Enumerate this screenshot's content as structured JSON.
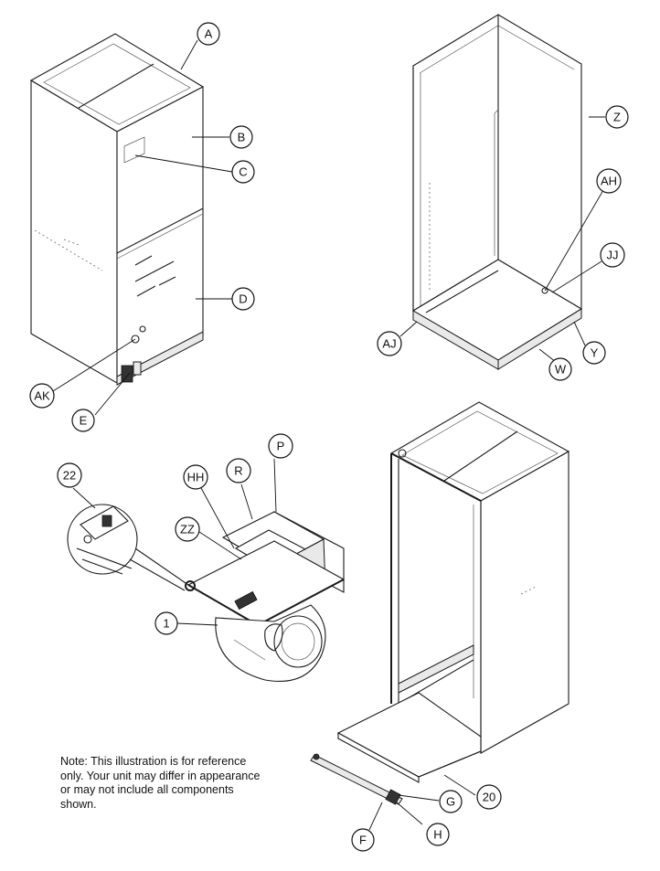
{
  "callouts": {
    "A": "A",
    "B": "B",
    "C": "C",
    "D": "D",
    "AK": "AK",
    "E": "E",
    "Z": "Z",
    "AH": "AH",
    "JJ": "JJ",
    "AJ": "AJ",
    "W": "W",
    "Y": "Y",
    "P": "P",
    "R": "R",
    "HH": "HH",
    "ZZ": "ZZ",
    "n22": "22",
    "n1": "1",
    "n20": "20",
    "G": "G",
    "H": "H",
    "F": "F"
  },
  "note": "Note: This illustration is for reference only. Your unit may differ in appearance or may not include all components shown."
}
